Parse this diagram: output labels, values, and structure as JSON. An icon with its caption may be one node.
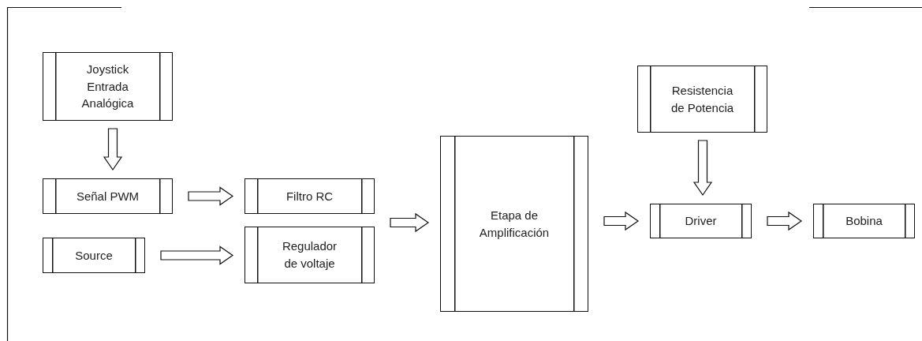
{
  "diagram": {
    "nodes": [
      {
        "text": [
          "Joystick Entrada Analógica"
        ]
      },
      {
        "text": [
          "Señal PWM"
        ]
      },
      {
        "text": [
          "Source"
        ]
      },
      {
        "text": [
          "Filtro RC"
        ]
      },
      {
        "text": [
          "Regulador de voltaje"
        ]
      },
      {
        "text": [
          "Etapa de Amplificación"
        ]
      },
      {
        "text": [
          "Resistencia de Potencia"
        ]
      },
      {
        "text": [
          "Driver"
        ]
      },
      {
        "text": [
          "Bobina"
        ]
      }
    ],
    "edges": [
      {
        "from": 0,
        "to": 1,
        "arrow": "to"
      },
      {
        "from": 1,
        "to": 3,
        "arrow": "to"
      },
      {
        "from": 2,
        "to": 4,
        "arrow": "to"
      },
      {
        "from": 3,
        "to": 5,
        "arrow": "to"
      },
      {
        "from": 4,
        "to": 5,
        "arrow": "to"
      },
      {
        "from": 5,
        "to": 7,
        "arrow": "to"
      },
      {
        "from": 6,
        "to": 7,
        "arrow": "to"
      },
      {
        "from": 7,
        "to": 8,
        "arrow": "to"
      }
    ]
  }
}
